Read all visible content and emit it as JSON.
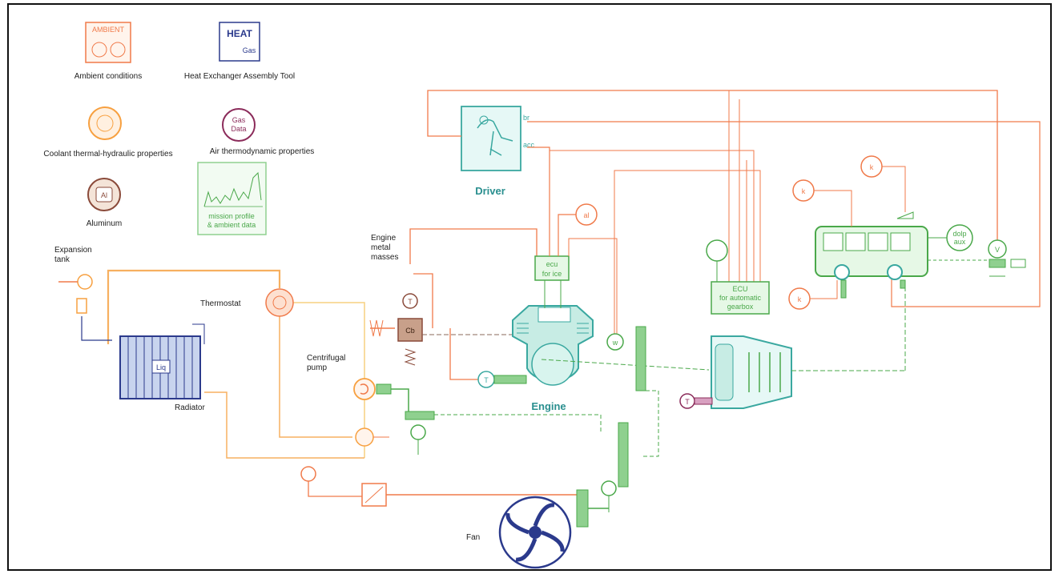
{
  "colors": {
    "orange": "#f07a4a",
    "light_orange": "#f7b060",
    "green": "#4aa84a",
    "teal": "#3aa8a0",
    "navy": "#2b3a8c",
    "brown": "#8a4a3a",
    "purple": "#8b2b5a",
    "light_green": "#8fd08f"
  },
  "library": {
    "ambient_label": "Ambient conditions",
    "ambient_icon_text": "AMBIENT",
    "heat_label": "Heat Exchanger Assembly Tool",
    "heat_icon_title": "HEAT",
    "heat_icon_sub": "Gas",
    "coolant_label": "Coolant thermal-hydraulic properties",
    "air_label": "Air thermodynamic properties",
    "air_icon_line1": "Gas",
    "air_icon_line2": "Data",
    "aluminum_label": "Aluminum",
    "aluminum_icon_text": "Al",
    "mission_label_line1": "mission profile",
    "mission_label_line2": "& ambient data"
  },
  "components": {
    "expansion_tank": [
      "Expansion",
      "tank"
    ],
    "thermostat": "Thermostat",
    "radiator": "Radiator",
    "radiator_tag": "Liq",
    "centrifugal_pump": [
      "Centrifugal",
      "pump"
    ],
    "engine_metal": [
      "Engine",
      "metal",
      "masses"
    ],
    "engine": "Engine",
    "driver": "Driver",
    "fan": "Fan",
    "ecu_ice": [
      "ecu",
      "for ice"
    ],
    "ecu_gear": [
      "ECU",
      "for automatic",
      "gearbox"
    ],
    "k_label": "k",
    "t_label": "T",
    "v_label": "V",
    "w_label": "w",
    "driver_br": "br",
    "driver_acc": "acc",
    "dolp_line1": "dolp",
    "dolp_line2": "aux"
  }
}
